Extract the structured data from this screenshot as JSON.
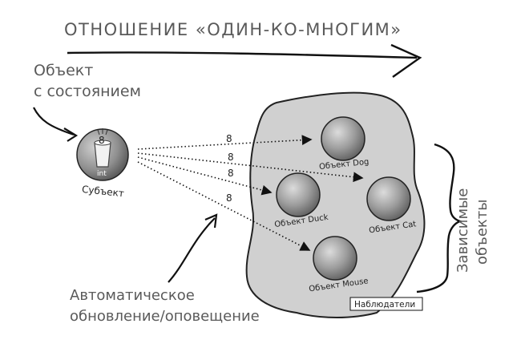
{
  "title": "ОТНОШЕНИЕ «ОДИН-КО-МНОГИМ»",
  "subject_callout": [
    "Объект",
    "с состоянием"
  ],
  "subject": {
    "name": "Субъект",
    "state_value": "8",
    "state_type": "int"
  },
  "arrow_values": [
    "8",
    "8",
    "8",
    "8"
  ],
  "observers": [
    {
      "label": "Объект Dog"
    },
    {
      "label": "Объект Duck"
    },
    {
      "label": "Объект Cat"
    },
    {
      "label": "Объект Mouse"
    }
  ],
  "observers_box_label": "Наблюдатели",
  "dependent_label": [
    "Зависимые",
    "объекты"
  ],
  "update_label": [
    "Автоматическое",
    "обновление/оповещение"
  ]
}
